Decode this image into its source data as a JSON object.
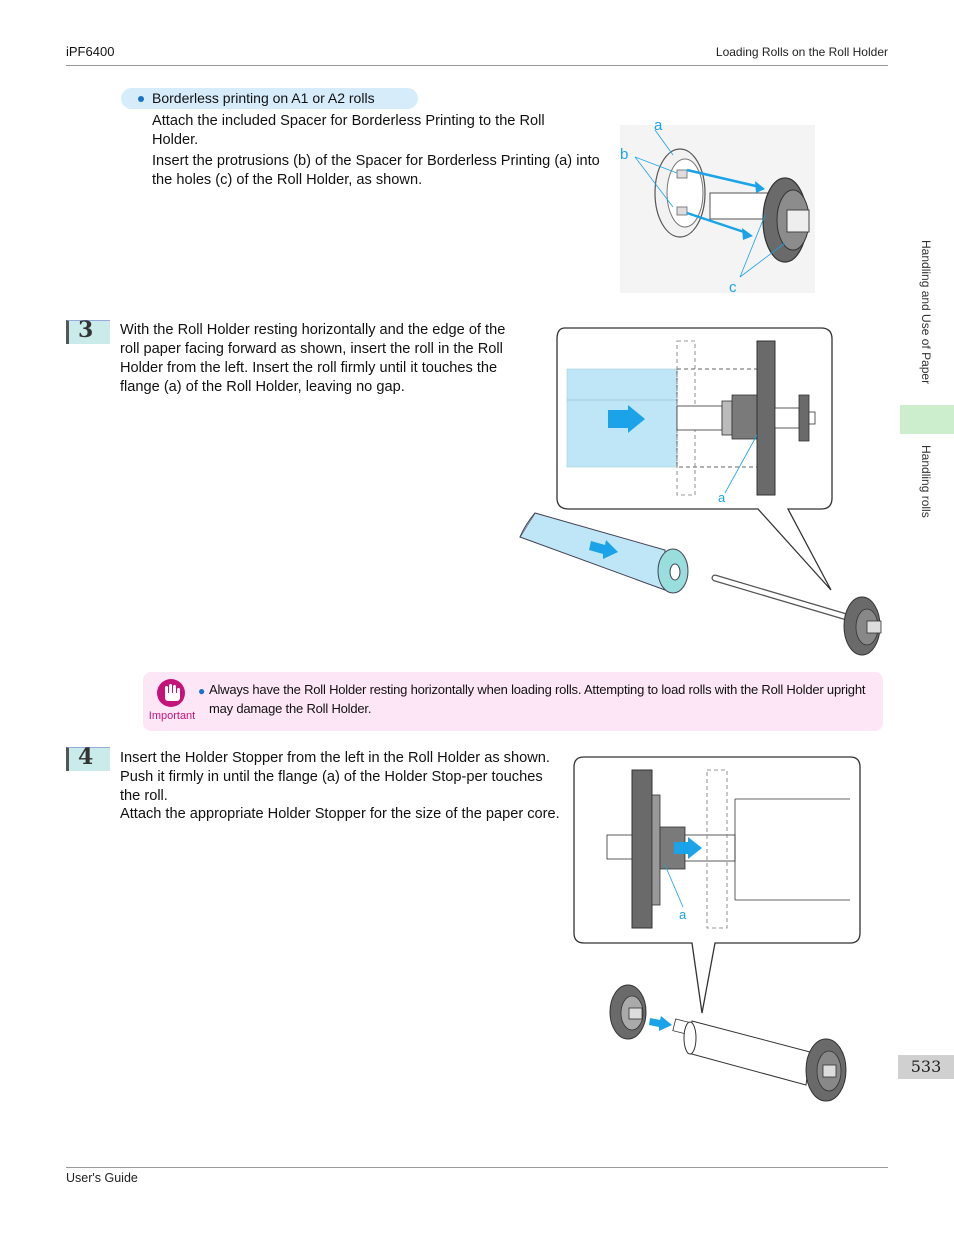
{
  "header": {
    "product": "iPF6400",
    "section": "Loading Rolls on the Roll Holder"
  },
  "borderless": {
    "bullet": "Borderless printing on A1 or A2 rolls",
    "para1": "Attach the included Spacer for Borderless Printing to the Roll Holder.",
    "para2": "Insert the protrusions (b) of the Spacer for Borderless Printing (a) into the holes (c) of the Roll Holder, as shown.",
    "fig_labels": {
      "a": "a",
      "b": "b",
      "c": "c"
    }
  },
  "step3": {
    "number": "3",
    "text": "With the Roll Holder resting horizontally and the edge of the roll paper facing forward as shown, insert the roll in the Roll Holder from the left. Insert the roll firmly until it touches the flange (a) of the Roll Holder, leaving no gap.",
    "fig_label_a": "a"
  },
  "important": {
    "label": "Important",
    "text": "Always have the Roll Holder resting horizontally when loading rolls. Attempting to load rolls with the Roll Holder upright may damage the Roll Holder."
  },
  "step4": {
    "number": "4",
    "text1": "Insert the Holder Stopper from the left in the Roll Holder as shown. Push it firmly in until the flange (a) of the Holder Stop-per touches the roll.",
    "text2": "Attach the appropriate Holder Stopper for the size of the paper core.",
    "fig_label_a": "a"
  },
  "sidebar": {
    "chapter": "Handling and Use of Paper",
    "section": "Handling rolls"
  },
  "page_number": "533",
  "footer": "User's Guide",
  "colors": {
    "accent_blue": "#1aa3e8",
    "paper_blue": "#bfe6f7",
    "important_pink": "#fde7f7",
    "important_magenta": "#c4147a",
    "side_tab_green": "#cdeecd"
  }
}
